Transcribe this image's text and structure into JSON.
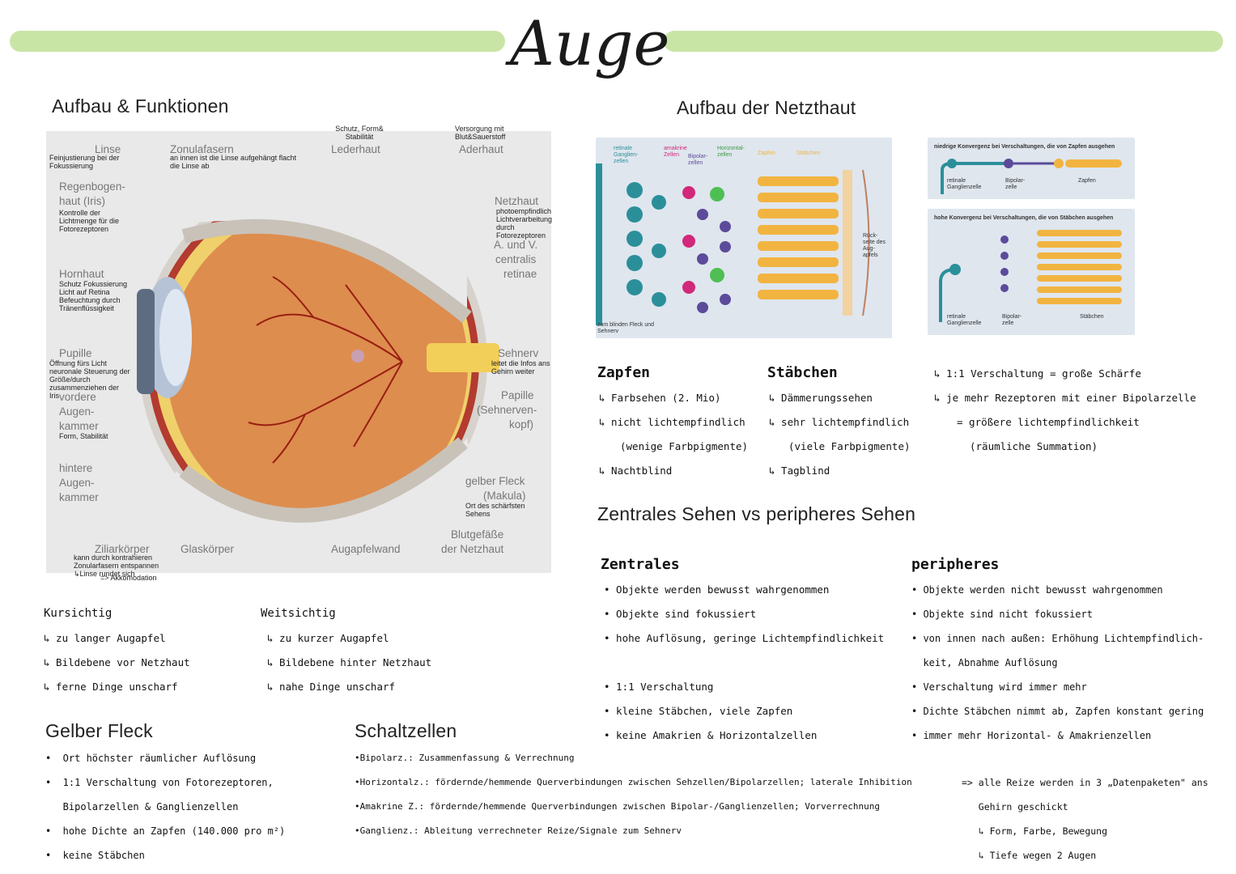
{
  "page": {
    "title": "Auge"
  },
  "section_aufbau": {
    "heading": "Aufbau & Funktionen",
    "labels": {
      "linse": "Linse",
      "linse_note": "Feinjustierung bei der Fokussierung",
      "zonulafasern": "Zonulafasern",
      "zonulafasern_note": "an innen ist die Linse aufgehängt flacht die Linse ab",
      "regenbogenhaut_1": "Regenbogen-",
      "regenbogenhaut_2": "haut (Iris)",
      "regenbogenhaut_note": "Kontrolle der Lichtmenge für die Fotorezeptoren",
      "hornhaut": "Hornhaut",
      "hornhaut_note": "Schutz Fokussierung Licht auf Retina Befeuchtung durch Tränenflüssigkeit",
      "pupille": "Pupille",
      "pupille_note": "Öffnung fürs Licht neuronale Steuerung der Größe/durch zusammenziehen der Iris",
      "vordere_1": "vordere",
      "vordere_2": "Augen-",
      "vordere_3": "kammer",
      "vordere_note": "Form, Stabilität",
      "hintere_1": "hintere",
      "hintere_2": "Augen-",
      "hintere_3": "kammer",
      "ziliarkoerper": "Ziliarkörper",
      "ziliarkoerper_note": "kann durch kontrahieren Zonularfasern entspannen ↳Linse rundet sich",
      "ziliarkoerper_note2": "=> Akkomodation",
      "glaskoerper": "Glaskörper",
      "augapfelwand": "Augapfelwand",
      "blutgefaesse_1": "Blutgefäße",
      "blutgefaesse_2": "der Netzhaut",
      "gelber_fleck_1": "gelber Fleck",
      "gelber_fleck_2": "(Makula)",
      "gelber_fleck_note": "Ort des schärfsten Sehens",
      "papille_1": "Papille",
      "papille_2": "(Sehnerven-",
      "papille_3": "kopf)",
      "sehnerv": "Sehnerv",
      "sehnerv_note": "leitet die Infos ans Gehirn weiter",
      "netzhaut": "Netzhaut",
      "netzhaut_note": "photoempfindlich Lichtverarbeitung durch Fotorezeptoren",
      "centralis_1": "A. und V.",
      "centralis_2": "centralis",
      "centralis_3": "retinae",
      "aderhaut": "Aderhaut",
      "aderhaut_note": "Versorgung mit Blut&Sauerstoff",
      "lederhaut": "Lederhaut",
      "lederhaut_note": "Schutz, Form& Stabilität"
    }
  },
  "section_netzhaut": {
    "heading": "Aufbau der Netzthaut",
    "diagram": {
      "retinale": "retinale Ganglien-zellen",
      "amakrine": "amakrine Zellen",
      "bipolar": "Bipolar-zellen",
      "horizontal": "Horizontal-zellen",
      "zapfen": "Zapfen",
      "staebchen": "Stäbchen",
      "rueckseite": "Rück-seite des Aug-apfels",
      "blinder_fleck": "zum blinden Fleck und Sehnerv"
    },
    "konvergenz_niedrig": {
      "title": "niedrige Konvergenz bei Verschaltungen, die von Zapfen ausgehen",
      "l1": "retinale Ganglienzelle",
      "l2": "Bipolar-zelle",
      "l3": "Zapfen"
    },
    "konvergenz_hoch": {
      "title": "hohe Konvergenz bei Verschaltungen, die von Stäbchen ausgehen",
      "l1": "retinale Ganglienzelle",
      "l2": "Bipolar-zelle",
      "l3": "Stäbchen"
    }
  },
  "zapfen": {
    "heading": "Zapfen",
    "items": [
      "↳ Farbsehen (2. Mio)",
      "↳ nicht lichtempfindlich",
      "(wenige Farbpigmente)",
      "↳ Nachtblind"
    ]
  },
  "staebchen": {
    "heading": "Stäbchen",
    "items": [
      "↳ Dämmerungssehen",
      "↳ sehr lichtempfindlich",
      "(viele Farbpigmente)",
      "↳ Tagblind"
    ]
  },
  "verschaltung": {
    "items": [
      "↳ 1:1 Verschaltung = große Schärfe",
      "↳ je mehr Rezeptoren mit einer Bipolarzelle",
      "= größere lichtempfindlichkeit",
      "(räumliche Summation)"
    ]
  },
  "sehen": {
    "heading": "Zentrales Sehen vs peripheres Sehen",
    "zentrales": {
      "heading": "Zentrales",
      "items": [
        "• Objekte werden bewusst wahrgenommen",
        "• Objekte sind fokussiert",
        "• hohe Auflösung, geringe Lichtempfindlichkeit",
        "",
        "• 1:1 Verschaltung",
        "• kleine Stäbchen, viele Zapfen",
        "• keine Amakrien & Horizontalzellen"
      ]
    },
    "peripheres": {
      "heading": "peripheres",
      "items": [
        "• Objekte werden nicht bewusst wahrgenommen",
        "• Objekte sind nicht fokussiert",
        "• von innen nach außen: Erhöhung Lichtempfindlich-",
        "  keit, Abnahme Auflösung",
        "• Verschaltung wird immer mehr",
        "• Dichte Stäbchen nimmt ab, Zapfen konstant gering",
        "• immer mehr Horizontal- & Amakrienzellen"
      ]
    }
  },
  "kurzsichtig": {
    "heading": "Kursichtig",
    "items": [
      "↳ zu langer Augapfel",
      "↳ Bildebene vor Netzhaut",
      "↳ ferne Dinge unscharf"
    ]
  },
  "weitsichtig": {
    "heading": "Weitsichtig",
    "items": [
      "↳ zu kurzer Augapfel",
      "↳ Bildebene hinter Netzhaut",
      "↳ nahe Dinge unscharf"
    ]
  },
  "gelber_fleck": {
    "heading": "Gelber Fleck",
    "items": [
      "•  Ort höchster räumlicher Auflösung",
      "•  1:1 Verschaltung von Fotorezeptoren,",
      "   Bipolarzellen & Ganglienzellen",
      "•  hohe Dichte an Zapfen (140.000 pro m²)",
      "•  keine Stäbchen"
    ]
  },
  "schaltzellen": {
    "heading": "Schaltzellen",
    "items": [
      "•Bipolarz.: Zusammenfassung & Verrechnung",
      "•Horizontalz.: fördernde/hemmende Querverbindungen zwischen Sehzellen/Bipolarzellen; laterale Inhibition",
      "•Amakrine Z.: fördernde/hemmende Querverbindungen zwischen Bipolar-/Ganglienzellen; Vorverrechnung",
      "•Ganglienz.: Ableitung verrechneter Reize/Signale zum Sehnerv"
    ]
  },
  "fazit": {
    "items": [
      "=> alle Reize werden in 3 „Datenpaketen\" ans",
      "   Gehirn geschickt",
      "   ↳ Form, Farbe, Bewegung",
      "   ↳ Tiefe wegen 2 Augen"
    ]
  },
  "colors": {
    "accent_bar": "#c9e5a6",
    "diagram_bg": "#dfe6ee",
    "teal": "#2b8f9a",
    "purple": "#5b4b9a",
    "orange": "#f2b441",
    "magenta": "#d2287a",
    "green": "#4fbf54"
  }
}
